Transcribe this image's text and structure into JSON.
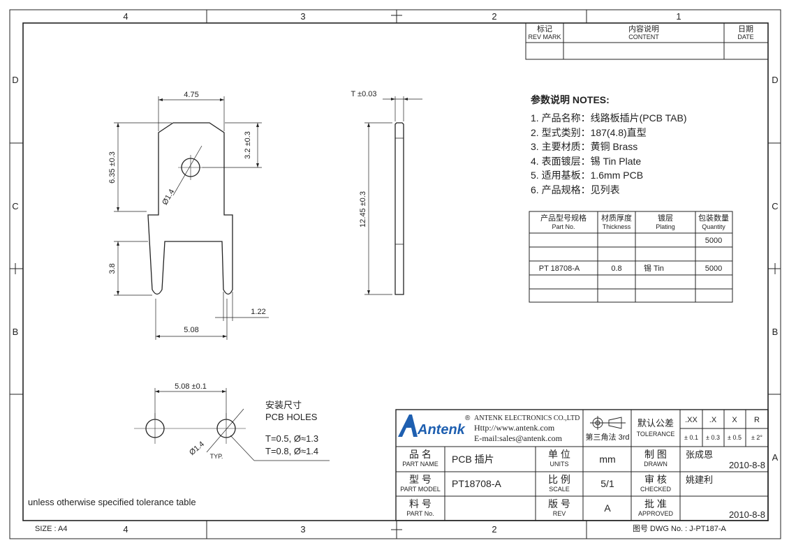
{
  "zones": {
    "top": [
      "4",
      "3",
      "2",
      "1"
    ],
    "bottom": [
      "4",
      "3",
      "2"
    ],
    "left": [
      "D",
      "C",
      "B"
    ],
    "right": [
      "D",
      "C",
      "B",
      "A"
    ]
  },
  "revision_block": {
    "mark_cn": "标记",
    "mark_en": "REV MARK",
    "content_cn": "内容说明",
    "content_en": "CONTENT",
    "date_cn": "日期",
    "date_en": "DATE"
  },
  "notes": {
    "title": "参数说明 NOTES:",
    "items": [
      "1. 产品名称：线路板插片(PCB TAB)",
      "2. 型式类别：187(4.8)直型",
      "3. 主要材质：黄铜 Brass",
      "4. 表面镀层：锡 Tin Plate",
      "5. 适用基板：1.6mm PCB",
      "6. 产品规格：见列表"
    ]
  },
  "spec_table": {
    "headers": [
      {
        "cn": "产品型号规格",
        "en": "Part No."
      },
      {
        "cn": "材质厚度",
        "en": "Thickness"
      },
      {
        "cn": "镀层",
        "en": "Plating"
      },
      {
        "cn": "包装数量",
        "en": "Quantity"
      }
    ],
    "rows": [
      [
        "",
        "",
        "",
        "5000"
      ],
      [
        "",
        "",
        "",
        ""
      ],
      [
        "PT 18708-A",
        "0.8",
        "锡 Tin",
        "5000"
      ],
      [
        "",
        "",
        "",
        ""
      ],
      [
        "",
        "",
        "",
        ""
      ]
    ]
  },
  "dims": {
    "width_top": "4.75",
    "height_left": "6.35 ±0.3",
    "hole_pos": "3.2 ±0.3",
    "hole_dia": "Ø1.4",
    "leg_len": "3.8",
    "leg_width": "1.22",
    "pitch": "5.08",
    "thickness": "T ±0.03",
    "total_len": "12.45 ±0.3",
    "pcb_pitch": "5.08 ±0.1",
    "pcb_hole": "Ø1.4",
    "typ": "TYP."
  },
  "pcb_holes": {
    "cn": "安装尺寸",
    "en": "PCB HOLES",
    "rule1": "T=0.5,  Ø≈1.3",
    "rule2": "T=0.8,  Ø≈1.4"
  },
  "tolerance_note": "unless otherwise specified tolerance table",
  "title_block": {
    "company": "ANTENK ELECTRONICS CO.,LTD",
    "http": "Http://www.antenk.com",
    "email": "E-mail:sales@antenk.com",
    "logo_text": "Antenk",
    "registered": "®",
    "projection": "第三角法 3rd",
    "tolerance_cn": "默认公差",
    "tolerance_en": "TOLERANCE",
    "tol_heads": [
      ".XX",
      ".X",
      "X",
      "R"
    ],
    "tol_vals": [
      "± 0.1",
      "± 0.3",
      "± 0.5",
      "± 2°"
    ],
    "part_name_cn": "品 名",
    "part_name_en": "PART NAME",
    "part_name": "PCB 插片",
    "units_cn": "单 位",
    "units_en": "UNITS",
    "units": "mm",
    "drawn_cn": "制 图",
    "drawn_en": "DRAWN",
    "drawn": "张成恩",
    "drawn_date": "2010-8-8",
    "model_cn": "型 号",
    "model_en": "PART MODEL",
    "model": "PT18708-A",
    "scale_cn": "比 例",
    "scale_en": "SCALE",
    "scale": "5/1",
    "checked_cn": "审 核",
    "checked_en": "CHECKED",
    "checked": "姚建利",
    "partno_cn": "料 号",
    "partno_en": "PART No.",
    "rev_cn": "版 号",
    "rev_en": "REV",
    "rev": "A",
    "approved_cn": "批 准",
    "approved_en": "APPROVED",
    "approved_date": "2010-8-8",
    "size_label": "SIZE :  A4",
    "dwg_no": "图号 DWG No. :  J-PT187-A"
  }
}
